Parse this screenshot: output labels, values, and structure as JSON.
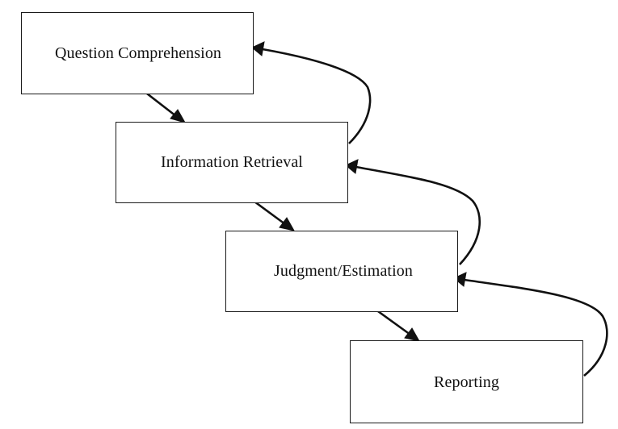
{
  "diagram": {
    "stages": [
      {
        "id": "comprehension",
        "label": "Question Comprehension"
      },
      {
        "id": "retrieval",
        "label": "Information Retrieval"
      },
      {
        "id": "judgment",
        "label": "Judgment/Estimation"
      },
      {
        "id": "reporting",
        "label": "Reporting"
      }
    ],
    "forward_arrows": [
      {
        "from": "comprehension",
        "to": "retrieval"
      },
      {
        "from": "retrieval",
        "to": "judgment"
      },
      {
        "from": "judgment",
        "to": "reporting"
      }
    ],
    "feedback_arrows": [
      {
        "from": "retrieval",
        "to": "comprehension"
      },
      {
        "from": "judgment",
        "to": "retrieval"
      },
      {
        "from": "reporting",
        "to": "judgment"
      }
    ],
    "colors": {
      "stroke": "#111111",
      "box_fill": "#ffffff"
    }
  }
}
